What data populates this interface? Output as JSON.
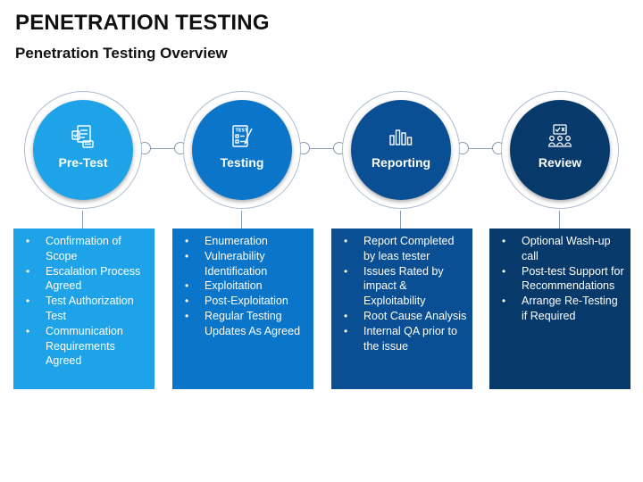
{
  "header": {
    "title": "PENETRATION TESTING",
    "subtitle": "Penetration Testing Overview"
  },
  "colors": {
    "stage1": "#1fa3e8",
    "stage2": "#0b75c9",
    "stage3": "#0a4f93",
    "stage4": "#073a6b",
    "connector": "#8a9bb0"
  },
  "stages": [
    {
      "label": "Pre-Test",
      "icon": "checklist-document-icon",
      "items": [
        "Confirmation of Scope",
        "Escalation Process Agreed",
        "Test Authorization Test",
        "Communication Requirements Agreed"
      ]
    },
    {
      "label": "Testing",
      "icon": "test-sheet-pencil-icon",
      "items": [
        "Enumeration",
        "Vulnerability Identification",
        "Exploitation",
        "Post-Exploitation",
        "Regular Testing Updates As Agreed"
      ]
    },
    {
      "label": "Reporting",
      "icon": "bar-chart-icon",
      "items": [
        "Report Completed by leas tester",
        "Issues Rated by impact & Exploitability",
        "Root Cause Analysis",
        "Internal QA prior to the issue"
      ]
    },
    {
      "label": "Review",
      "icon": "team-meeting-icon",
      "items": [
        "Optional Wash-up call",
        "Post-test Support for Recommendations",
        "Arrange Re-Testing if Required"
      ]
    }
  ]
}
